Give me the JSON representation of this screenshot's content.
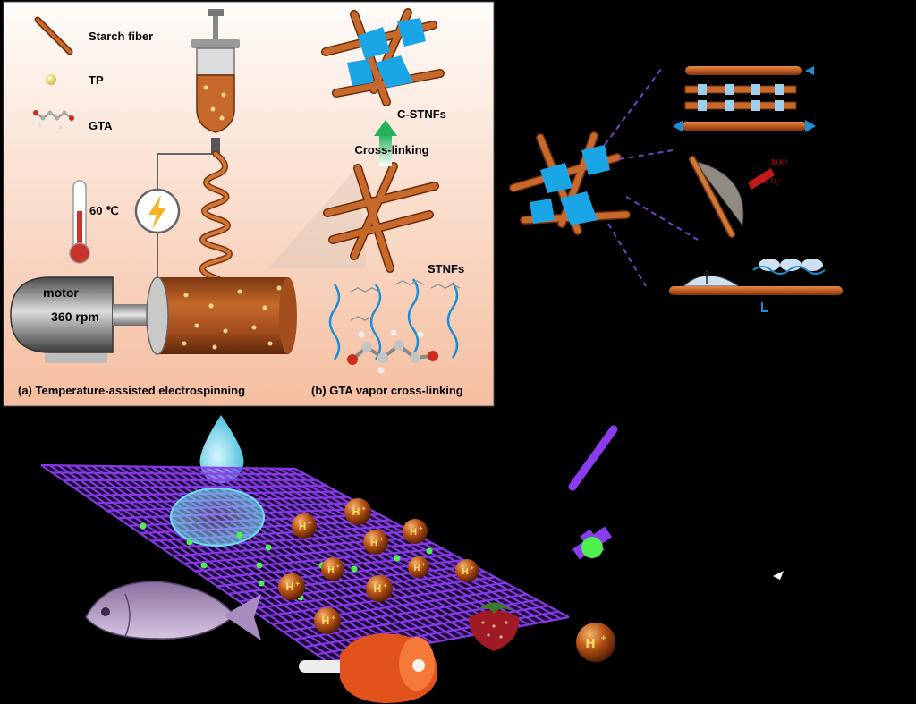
{
  "panel": {
    "legend": [
      {
        "label": "Starch fiber",
        "icon": "starch-fiber-icon"
      },
      {
        "label": "TP",
        "icon": "tp-particle-icon"
      },
      {
        "label": "GTA",
        "icon": "gta-molecule-icon"
      }
    ],
    "temperature": "60 ℃",
    "motor_label": "motor",
    "motor_speed": "360 rpm",
    "stnfs_label": "STNFs",
    "cstnfs_label": "C-STNFs",
    "crosslink_label": "Cross-linking",
    "caption_a": "(a) Temperature-assisted electrospinning",
    "caption_b": "(b) GTA vapor cross-linking"
  },
  "bottom": {
    "hplus_label": "H+",
    "hplus_base": "H",
    "hplus_sup": "+"
  },
  "right": {
    "ros_label": "ROO·",
    "ros_label2": "R·  O₂⁻"
  },
  "colors": {
    "panel_top": "#fdfbf7",
    "panel_bottom": "#f6c4a6",
    "fiber": "#c0622a",
    "crosslink": "#1aa6e6",
    "mesh": "#8c3cf0",
    "water": "#59d0e8",
    "arrow_green": "#3bbd6e"
  }
}
